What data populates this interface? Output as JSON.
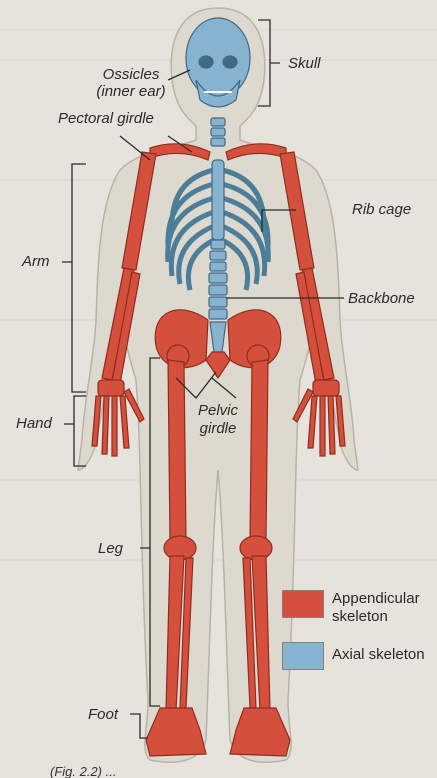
{
  "labels": {
    "skull": "Skull",
    "ossicles": "Ossicles",
    "ossicles_sub": "(inner ear)",
    "pectoral_girdle": "Pectoral girdle",
    "rib_cage": "Rib cage",
    "arm": "Arm",
    "backbone": "Backbone",
    "hand": "Hand",
    "pelvic_line1": "Pelvic",
    "pelvic_line2": "girdle",
    "leg": "Leg",
    "foot": "Foot"
  },
  "legend": {
    "appendicular_line1": "Appendicular",
    "appendicular_line2": "skeleton",
    "axial": "Axial skeleton"
  },
  "colors": {
    "appendicular": "#d4503c",
    "axial": "#86b3cf"
  }
}
